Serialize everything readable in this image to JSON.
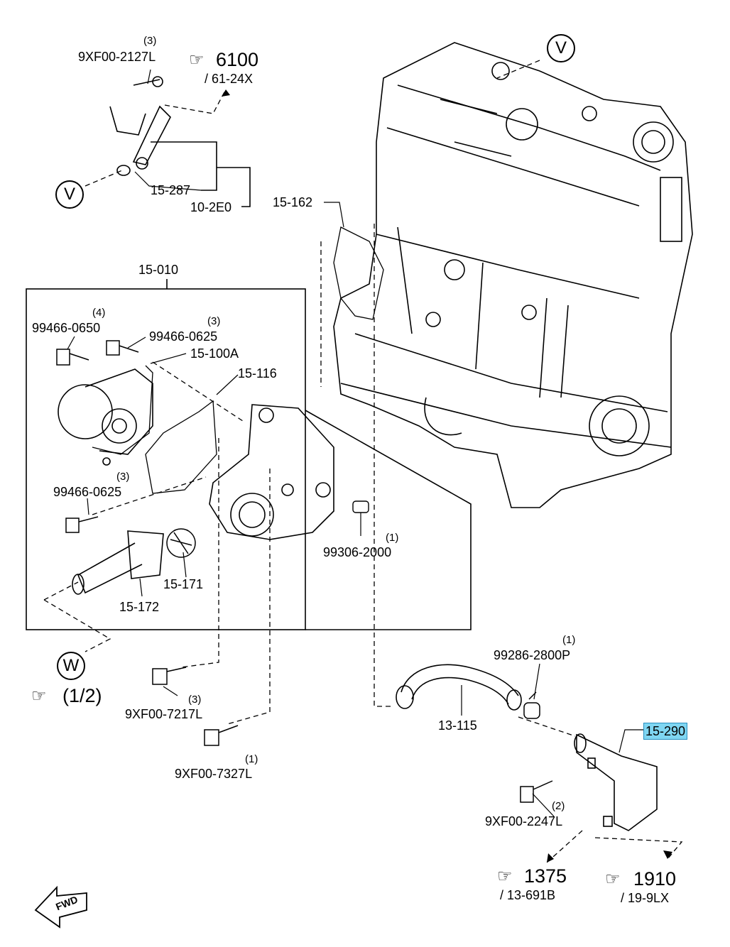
{
  "parts": {
    "p_9xf00_2127l": {
      "code": "9XF00-2127L",
      "qty": "(3)"
    },
    "p_15_287": {
      "code": "15-287"
    },
    "p_10_2e0": {
      "code": "10-2E0"
    },
    "p_15_162": {
      "code": "15-162"
    },
    "p_15_010": {
      "code": "15-010"
    },
    "p_99466_0650": {
      "code": "99466-0650",
      "qty": "(4)"
    },
    "p_99466_0625a": {
      "code": "99466-0625",
      "qty": "(3)"
    },
    "p_15_100a": {
      "code": "15-100A"
    },
    "p_15_116": {
      "code": "15-116"
    },
    "p_99466_0625b": {
      "code": "99466-0625",
      "qty": "(3)"
    },
    "p_99306_2000": {
      "code": "99306-2000",
      "qty": "(1)"
    },
    "p_15_171": {
      "code": "15-171"
    },
    "p_15_172": {
      "code": "15-172"
    },
    "p_9xf00_7217l": {
      "code": "9XF00-7217L",
      "qty": "(3)"
    },
    "p_9xf00_7327l": {
      "code": "9XF00-7327L",
      "qty": "(1)"
    },
    "p_99286_2800p": {
      "code": "99286-2800P",
      "qty": "(1)"
    },
    "p_13_115": {
      "code": "13-115"
    },
    "p_15_290": {
      "code": "15-290"
    },
    "p_9xf00_2247l": {
      "code": "9XF00-2247L",
      "qty": "(2)"
    }
  },
  "refs": {
    "r6100": {
      "number": "6100",
      "sub": "/ 61-24X"
    },
    "r1375": {
      "number": "1375",
      "sub": "/ 13-691B"
    },
    "r1910": {
      "number": "1910",
      "sub": "/ 19-9LX"
    },
    "rhalf": {
      "number": "(1/2)"
    }
  },
  "markers": {
    "v": "V",
    "w": "W"
  },
  "fwd": "FWD",
  "highlight_color": "#7fd6f2"
}
